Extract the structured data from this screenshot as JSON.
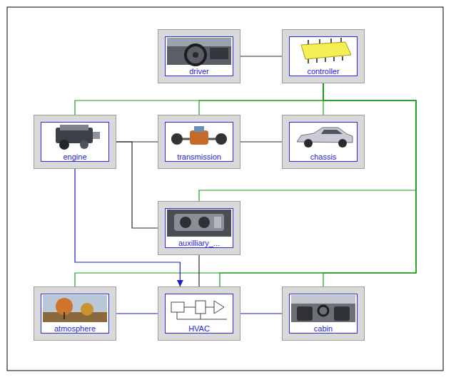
{
  "diagram": {
    "nodes": [
      {
        "text": [
          "driver"
        ]
      },
      {
        "text": [
          "controller"
        ]
      },
      {
        "text": [
          "engine"
        ]
      },
      {
        "text": [
          "transmission"
        ]
      },
      {
        "text": [
          "chassis"
        ]
      },
      {
        "text": [
          "auxilliary_..."
        ]
      },
      {
        "text": [
          "atmosphere"
        ]
      },
      {
        "text": [
          "HVAC"
        ]
      },
      {
        "text": [
          "cabin"
        ]
      }
    ],
    "edges": [
      {
        "from": 0,
        "to": 1,
        "arrow": "none"
      },
      {
        "from": 1,
        "to": 2,
        "arrow": "none"
      },
      {
        "from": 1,
        "to": 3,
        "arrow": "none"
      },
      {
        "from": 1,
        "to": 4,
        "arrow": "none"
      },
      {
        "from": 1,
        "to": 5,
        "arrow": "none"
      },
      {
        "from": 1,
        "to": 6,
        "arrow": "none"
      },
      {
        "from": 1,
        "to": 7,
        "arrow": "none"
      },
      {
        "from": 1,
        "to": 8,
        "arrow": "none"
      },
      {
        "from": 2,
        "to": 3,
        "arrow": "none"
      },
      {
        "from": 2,
        "to": 5,
        "arrow": "none"
      },
      {
        "from": 3,
        "to": 4,
        "arrow": "none"
      },
      {
        "from": 5,
        "to": 7,
        "arrow": "none"
      },
      {
        "from": 2,
        "to": 7,
        "arrow": "to"
      },
      {
        "from": 6,
        "to": 7,
        "arrow": "none"
      },
      {
        "from": 7,
        "to": 8,
        "arrow": "none"
      }
    ]
  }
}
